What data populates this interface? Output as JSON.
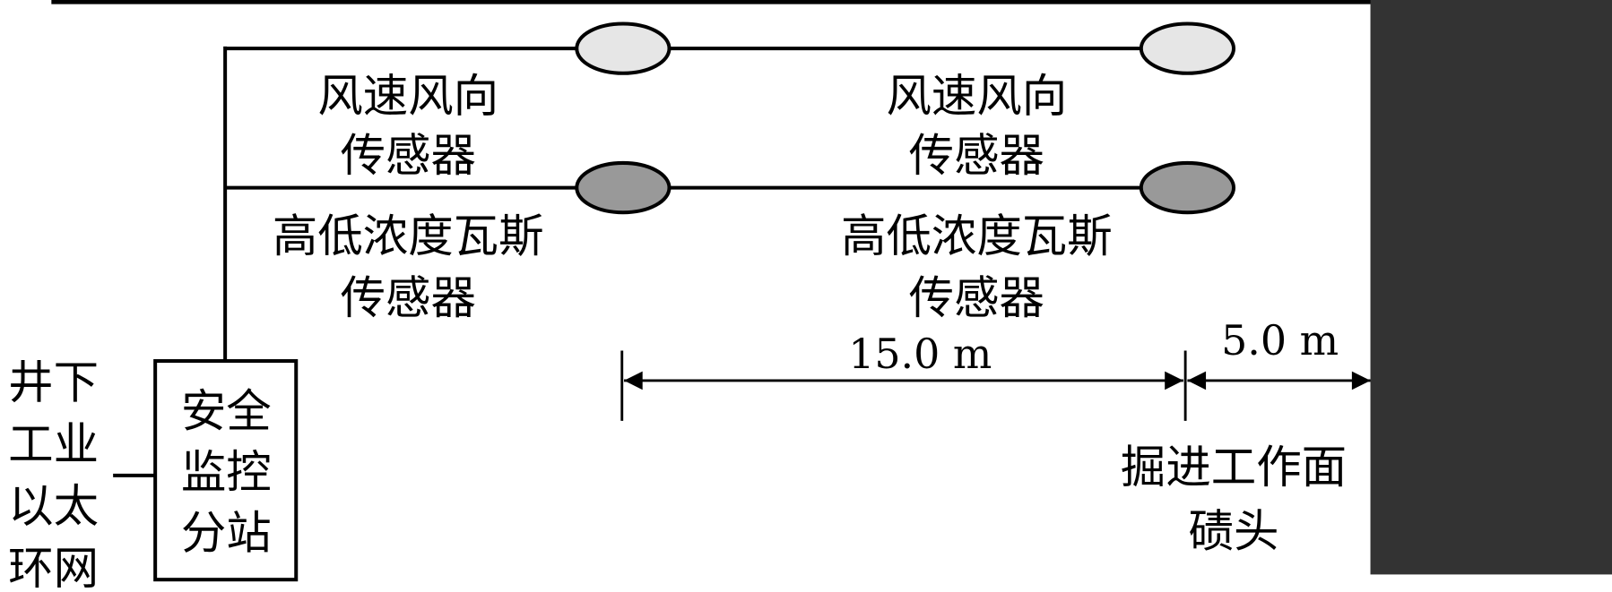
{
  "colors": {
    "wind_sensor": "#e6e6e6",
    "gas_sensor": "#999999",
    "face_wall": "#333333",
    "line": "#000000"
  },
  "network": {
    "lines": [
      "井下",
      "工业",
      "以太",
      "环网"
    ]
  },
  "substation": {
    "lines": [
      "安全",
      "监控",
      "分站"
    ]
  },
  "wind_sensor_label": {
    "line1": "风速风向",
    "line2": "传感器"
  },
  "gas_sensor_label": {
    "line1": "高低浓度瓦斯",
    "line2": "传感器"
  },
  "dimensions": {
    "d1": "15.0 m",
    "d2": "5.0 m"
  },
  "face_label": {
    "line1": "掘进工作面",
    "line2": "碛头"
  }
}
